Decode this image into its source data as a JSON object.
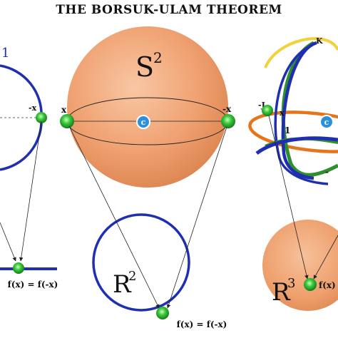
{
  "title": "THE BORSUK-ULAM THEOREM",
  "left": {
    "fragment_label": "1",
    "point_label": "-x",
    "formula": "f(x) = f(-x)"
  },
  "center": {
    "sphere_label": "S",
    "sphere_exp": "2",
    "left_point_label": "x",
    "right_point_label": "-x",
    "center_marker": "c",
    "plane_label": "R",
    "plane_exp": "2",
    "formula": "f(x) = f(-x)"
  },
  "right": {
    "label_k": "K",
    "label_j": "-J",
    "label_x": "x",
    "label_one": "1",
    "label_dash": "-",
    "center_marker": "c",
    "space_label": "R",
    "space_exp": "3",
    "formula": "f(x)"
  },
  "colors": {
    "sphere": "#f0a272",
    "circle_blue": "#1f2fb0",
    "point_green": "#2fbf2f",
    "center_blue": "#2a8fdc",
    "torus_green": "#2f8f2f",
    "torus_orange": "#e8741a",
    "torus_yellow": "#f2d23a"
  }
}
